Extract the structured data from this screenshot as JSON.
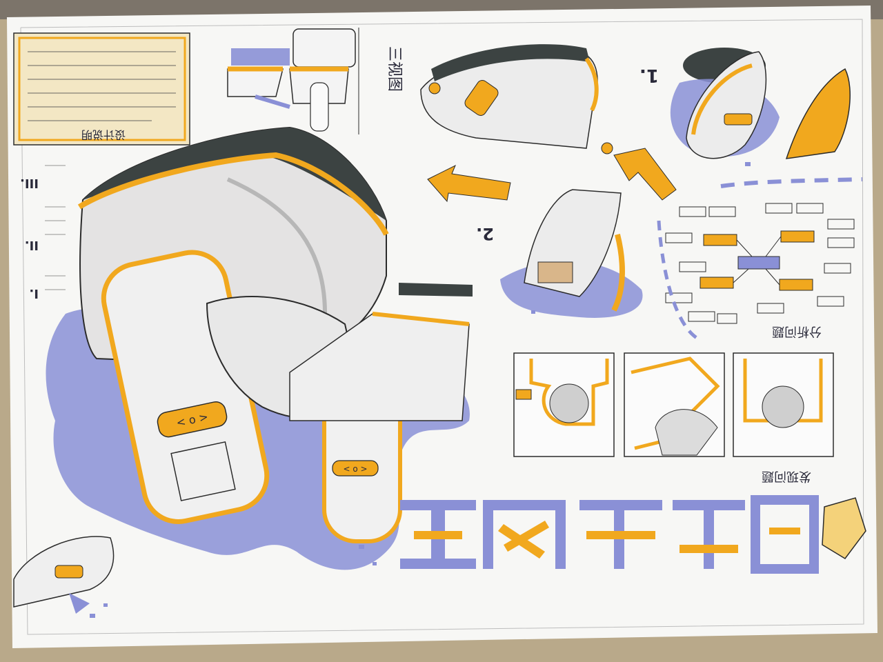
{
  "poster": {
    "orientation_note": "",
    "colors": {
      "paper": "#f7f7f5",
      "table": "#b9a98a",
      "marker_blue": "#8a90d6",
      "marker_orange": "#f1a81e",
      "dark_cap": "#3c4342",
      "outline": "#2b2b2b"
    },
    "section_markers": {
      "view_1": "1.",
      "view_2": "2.",
      "view_3": "III.",
      "detail_1": "I.",
      "detail_2": "II.",
      "three_view": "三视图",
      "design_notes_title": "设计说明",
      "problem_analysis_title": "分析问题",
      "existing_problem_title": "发现问题"
    },
    "icons": [
      "product-sketch-icon",
      "button-panel-icon",
      "arrow-icon",
      "mind-map-icon"
    ]
  }
}
